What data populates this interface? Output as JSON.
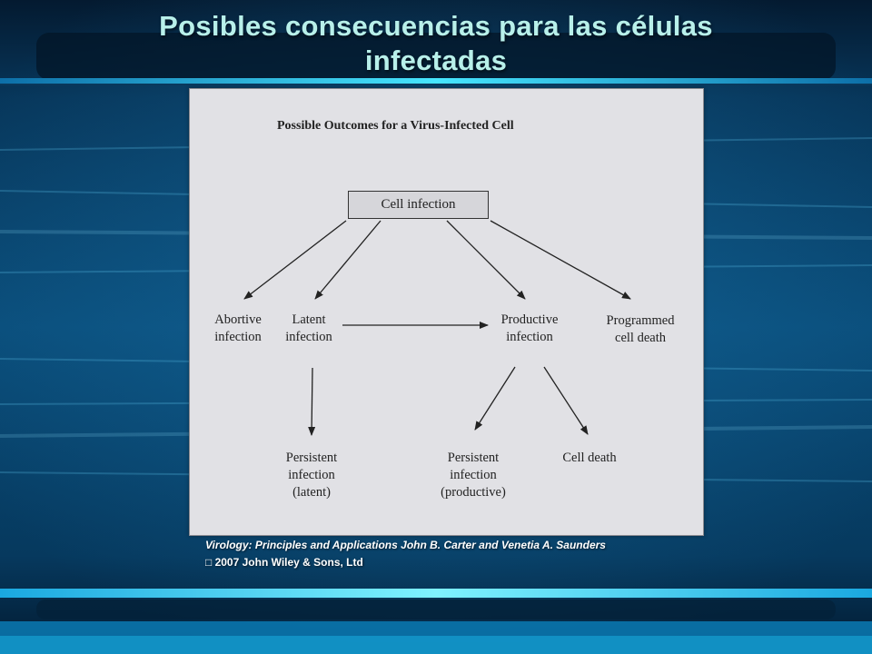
{
  "slide": {
    "title_lines": [
      "Posibles consecuencias para las células",
      "infectadas"
    ]
  },
  "diagram": {
    "title": "Possible Outcomes for a Virus-Infected Cell",
    "root": "Cell infection",
    "nodes": {
      "abortive": [
        "Abortive",
        "infection"
      ],
      "latent": [
        "Latent",
        "infection"
      ],
      "productive": [
        "Productive",
        "infection"
      ],
      "programmed": [
        "Programmed",
        "cell death"
      ],
      "persistent_latent": [
        "Persistent",
        "infection",
        "(latent)"
      ],
      "persistent_productive": [
        "Persistent",
        "infection",
        "(productive)"
      ],
      "cell_death": [
        "Cell death"
      ]
    },
    "edges": [
      {
        "from": "Cell infection",
        "to": "Abortive infection"
      },
      {
        "from": "Cell infection",
        "to": "Latent infection"
      },
      {
        "from": "Cell infection",
        "to": "Productive infection"
      },
      {
        "from": "Cell infection",
        "to": "Programmed cell death"
      },
      {
        "from": "Latent infection",
        "to": "Productive infection"
      },
      {
        "from": "Latent infection",
        "to": "Persistent infection (latent)"
      },
      {
        "from": "Productive infection",
        "to": "Persistent infection (productive)"
      },
      {
        "from": "Productive infection",
        "to": "Cell death"
      }
    ]
  },
  "citation": {
    "line1": "Virology: Principles and Applications John B. Carter and Venetia A. Saunders",
    "line2": "□ 2007 John Wiley & Sons, Ltd"
  },
  "colors": {
    "background": "#062a4a",
    "accent_cyan": "#1fd3f5",
    "title_text": "#b8f0ea",
    "panel": "#e1e1e5"
  }
}
